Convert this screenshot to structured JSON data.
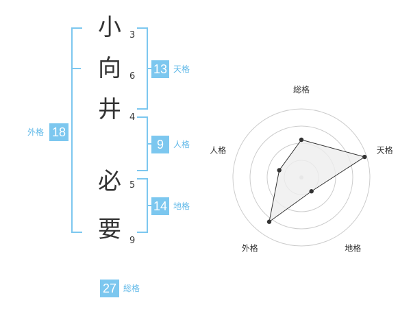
{
  "name_chars": [
    {
      "char": "小",
      "strokes": "3"
    },
    {
      "char": "向",
      "strokes": "6"
    },
    {
      "char": "井",
      "strokes": "4"
    },
    {
      "char": "必",
      "strokes": "5"
    },
    {
      "char": "要",
      "strokes": "9"
    }
  ],
  "kaku": {
    "tenkaku": {
      "value": "13",
      "label": "天格"
    },
    "jinkaku": {
      "value": "9",
      "label": "人格"
    },
    "chikaku": {
      "value": "14",
      "label": "地格"
    },
    "gaikaku": {
      "value": "18",
      "label": "外格"
    },
    "soukaku": {
      "value": "27",
      "label": "総格"
    }
  },
  "colors": {
    "accent": "#7cc7ef",
    "accent_text": "#5fb8e8",
    "radar_fill": "#eeeeee",
    "radar_line": "#333333"
  },
  "chart_data": {
    "type": "radar",
    "axes": [
      "総格",
      "天格",
      "地格",
      "外格",
      "人格"
    ],
    "values": [
      0.55,
      0.97,
      0.25,
      0.8,
      0.34
    ],
    "rmax": 1.0,
    "rings": 4
  }
}
